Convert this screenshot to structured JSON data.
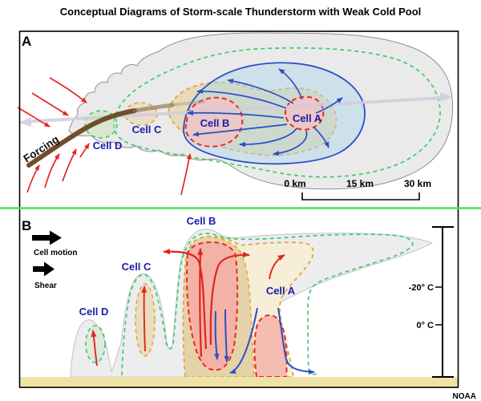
{
  "title": "Conceptual Diagrams of Storm-scale Thunderstorm with Weak Cold Pool",
  "credit": "NOAA",
  "panel_a": {
    "label": "A",
    "forcing_label": "Forcing",
    "cells": {
      "a": "Cell A",
      "b": "Cell B",
      "c": "Cell C",
      "d": "Cell D"
    },
    "scale_bar": {
      "t0": "0 km",
      "t15": "15 km",
      "t30": "30 km"
    }
  },
  "panel_b": {
    "label": "B",
    "legend": {
      "cell_motion": "Cell motion",
      "shear": "Shear"
    },
    "cells": {
      "a": "Cell A",
      "b": "Cell B",
      "c": "Cell C",
      "d": "Cell D"
    },
    "temp_scale": {
      "minus20": "-20° C",
      "zero": "0° C"
    }
  },
  "colors": {
    "cell_label_blue": "#1c1caa",
    "red_arrow": "#e52420",
    "blue_arrow": "#2a4fc8",
    "green_dashed": "#3ecc6a",
    "orange_dashed": "#dfa73e",
    "red_dashed": "#ee2722",
    "pink_cell_fill": "#eec7c4",
    "salmon_downdraft": "#f3b2a5",
    "tan_fill": "#e7d6ab",
    "cream_fill": "#f6eed6",
    "light_blue_fill": "#add4eb",
    "gray_cloud": "#eaeaea",
    "lavender_arrow": "#d2cbdd",
    "brown_boundary": "#6f4e28",
    "ground": "#eee2a4",
    "divider_green": "#4ee04e"
  }
}
